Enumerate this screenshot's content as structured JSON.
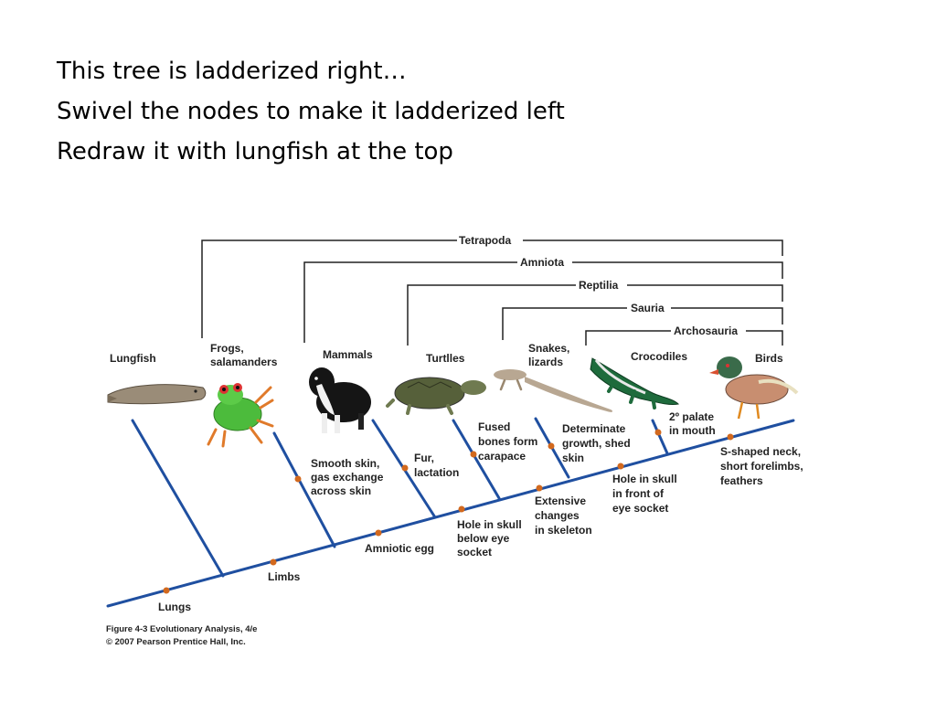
{
  "heading": {
    "line1": "This tree is ladderized right…",
    "line2": "Swivel the nodes to make it ladderized left",
    "line3": "Redraw it with lungfish at the top"
  },
  "clades": {
    "tetrapoda": "Tetrapoda",
    "amniota": "Amniota",
    "reptilia": "Reptilia",
    "sauria": "Sauria",
    "archosauria": "Archosauria"
  },
  "taxa": {
    "lungfish": "Lungfish",
    "frogs_1": "Frogs,",
    "frogs_2": "salamanders",
    "mammals": "Mammals",
    "turtles": "Turtlles",
    "snakes_1": "Snakes,",
    "snakes_2": "lizards",
    "crocodiles": "Crocodiles",
    "birds": "Birds"
  },
  "traits": {
    "lungs": "Lungs",
    "limbs": "Limbs",
    "amniotic_egg": "Amniotic egg",
    "smooth_1": "Smooth skin,",
    "smooth_2": "gas exchange",
    "smooth_3": "across skin",
    "fur_1": "Fur,",
    "fur_2": "lactation",
    "hole_below_1": "Hole in skull",
    "hole_below_2": "below eye",
    "hole_below_3": "socket",
    "fused_1": "Fused",
    "fused_2": "bones form",
    "fused_3": "carapace",
    "extensive_1": "Extensive",
    "extensive_2": "changes",
    "extensive_3": "in skeleton",
    "determinate_1": "Determinate",
    "determinate_2": "growth, shed",
    "determinate_3": "skin",
    "hole_front_1": "Hole in skull",
    "hole_front_2": "in front of",
    "hole_front_3": "eye socket",
    "palate_1": "2º palate",
    "palate_2": "in mouth",
    "sshape_1": "S-shaped neck,",
    "sshape_2": "short forelimbs,",
    "sshape_3": "feathers"
  },
  "caption": {
    "line1": "Figure 4-3  Evolutionary Analysis, 4/e",
    "line2": "© 2007 Pearson Prentice Hall, Inc."
  },
  "colors": {
    "branch": "#1f4fa0",
    "marker": "#d2691e",
    "bracket": "#222222"
  }
}
